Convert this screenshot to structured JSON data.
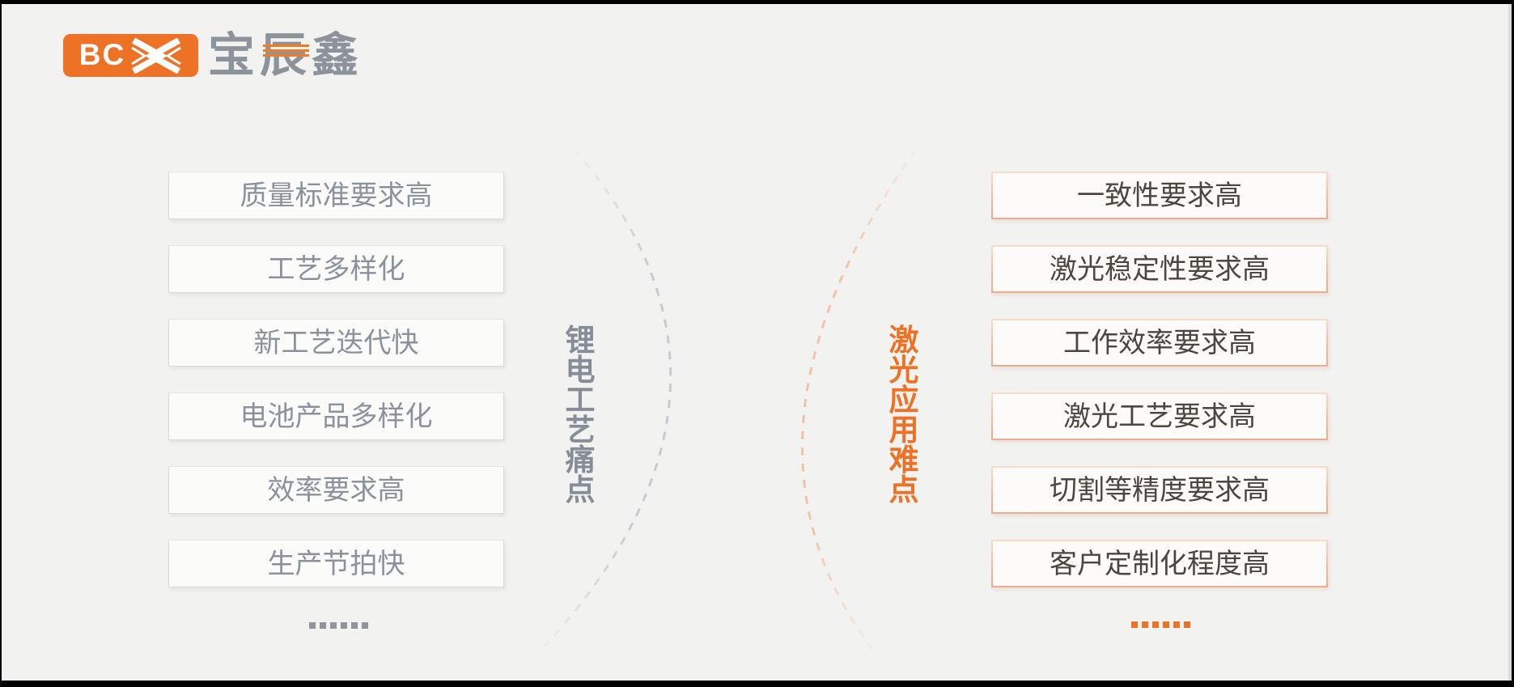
{
  "brand": {
    "badge_text": "BC",
    "badge_icon": "double-chevron-x-icon",
    "company_name": "宝辰鑫"
  },
  "left_panel": {
    "heading": "锂电工艺痛点",
    "items": [
      "质量标准要求高",
      "工艺多样化",
      "新工艺迭代快",
      "电池产品多样化",
      "效率要求高",
      "生产节拍快"
    ],
    "ellipsis": "......"
  },
  "right_panel": {
    "heading": "激光应用难点",
    "items": [
      "一致性要求高",
      "激光稳定性要求高",
      "工作效率要求高",
      "激光工艺要求高",
      "切割等精度要求高",
      "客户定制化程度高"
    ],
    "ellipsis": "......"
  },
  "colors": {
    "background": "#f2f2f1",
    "accent_orange": "#ee7226",
    "logo_stripe_orange": "#f07c28",
    "gray_heading": "#868d97",
    "gray_box_text": "#8b929b",
    "gray_box_border": "#d9dadb",
    "dark_box_text": "#4c4540",
    "orange_box_border": "#f2b99f",
    "arc_gray": "#c7cad0",
    "arc_orange": "#f3c3a6",
    "frame_black": "#000000"
  }
}
